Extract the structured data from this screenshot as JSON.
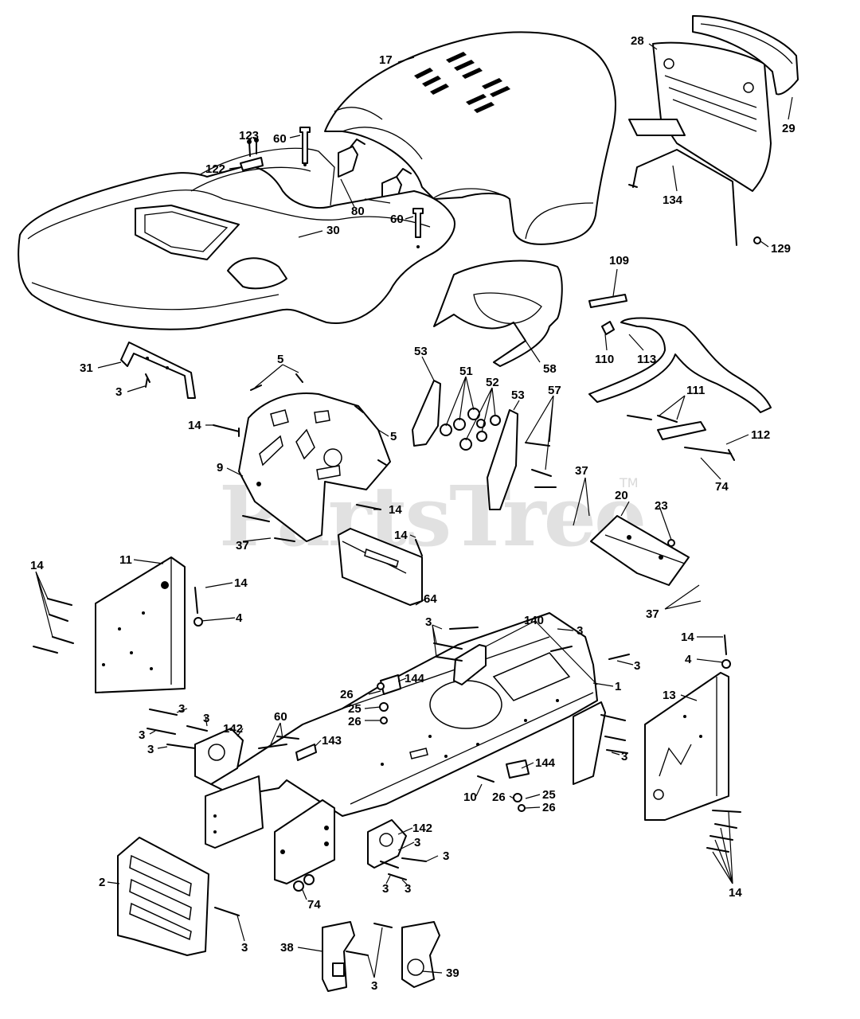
{
  "watermark": {
    "text": "PartsTree",
    "trademark": "TM"
  },
  "labels": [
    {
      "id": "17",
      "text": "17"
    },
    {
      "id": "28",
      "text": "28"
    },
    {
      "id": "29",
      "text": "29"
    },
    {
      "id": "134",
      "text": "134"
    },
    {
      "id": "129",
      "text": "129"
    },
    {
      "id": "123",
      "text": "123"
    },
    {
      "id": "60a",
      "text": "60"
    },
    {
      "id": "122",
      "text": "122"
    },
    {
      "id": "80",
      "text": "80"
    },
    {
      "id": "60b",
      "text": "60"
    },
    {
      "id": "30",
      "text": "30"
    },
    {
      "id": "109",
      "text": "109"
    },
    {
      "id": "110",
      "text": "110"
    },
    {
      "id": "113",
      "text": "113"
    },
    {
      "id": "58",
      "text": "58"
    },
    {
      "id": "53a",
      "text": "53"
    },
    {
      "id": "51",
      "text": "51"
    },
    {
      "id": "52",
      "text": "52"
    },
    {
      "id": "53b",
      "text": "53"
    },
    {
      "id": "57",
      "text": "57"
    },
    {
      "id": "111",
      "text": "111"
    },
    {
      "id": "112",
      "text": "112"
    },
    {
      "id": "74a",
      "text": "74"
    },
    {
      "id": "31",
      "text": "31"
    },
    {
      "id": "3a",
      "text": "3"
    },
    {
      "id": "5a",
      "text": "5"
    },
    {
      "id": "14a",
      "text": "14"
    },
    {
      "id": "5b",
      "text": "5"
    },
    {
      "id": "9",
      "text": "9"
    },
    {
      "id": "14b",
      "text": "14"
    },
    {
      "id": "37a",
      "text": "37"
    },
    {
      "id": "14c",
      "text": "14"
    },
    {
      "id": "37b",
      "text": "37"
    },
    {
      "id": "20",
      "text": "20"
    },
    {
      "id": "23",
      "text": "23"
    },
    {
      "id": "37c",
      "text": "37"
    },
    {
      "id": "11",
      "text": "11"
    },
    {
      "id": "14d",
      "text": "14"
    },
    {
      "id": "14e",
      "text": "14"
    },
    {
      "id": "4a",
      "text": "4"
    },
    {
      "id": "64",
      "text": "64"
    },
    {
      "id": "3b",
      "text": "3"
    },
    {
      "id": "140",
      "text": "140"
    },
    {
      "id": "3c",
      "text": "3"
    },
    {
      "id": "3d",
      "text": "3"
    },
    {
      "id": "14f",
      "text": "14"
    },
    {
      "id": "4b",
      "text": "4"
    },
    {
      "id": "1",
      "text": "1"
    },
    {
      "id": "13",
      "text": "13"
    },
    {
      "id": "144a",
      "text": "144"
    },
    {
      "id": "26a",
      "text": "26"
    },
    {
      "id": "25a",
      "text": "25"
    },
    {
      "id": "26b",
      "text": "26"
    },
    {
      "id": "3e",
      "text": "3"
    },
    {
      "id": "3f",
      "text": "3"
    },
    {
      "id": "3g",
      "text": "3"
    },
    {
      "id": "3h",
      "text": "3"
    },
    {
      "id": "60c",
      "text": "60"
    },
    {
      "id": "142a",
      "text": "142"
    },
    {
      "id": "143",
      "text": "143"
    },
    {
      "id": "3i",
      "text": "3"
    },
    {
      "id": "144b",
      "text": "144"
    },
    {
      "id": "10",
      "text": "10"
    },
    {
      "id": "26c",
      "text": "26"
    },
    {
      "id": "25b",
      "text": "25"
    },
    {
      "id": "26d",
      "text": "26"
    },
    {
      "id": "142b",
      "text": "142"
    },
    {
      "id": "3j",
      "text": "3"
    },
    {
      "id": "3k",
      "text": "3"
    },
    {
      "id": "3l",
      "text": "3"
    },
    {
      "id": "3m",
      "text": "3"
    },
    {
      "id": "2",
      "text": "2"
    },
    {
      "id": "74b",
      "text": "74"
    },
    {
      "id": "3n",
      "text": "3"
    },
    {
      "id": "14g",
      "text": "14"
    },
    {
      "id": "38",
      "text": "38"
    },
    {
      "id": "39",
      "text": "39"
    },
    {
      "id": "3o",
      "text": "3"
    }
  ]
}
